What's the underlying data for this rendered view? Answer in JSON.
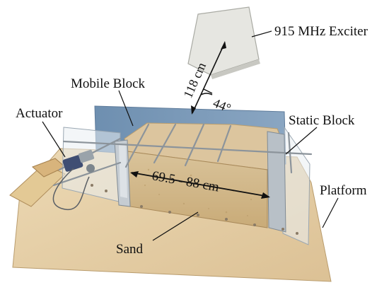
{
  "labels": {
    "exciter": "915 MHz Exciter",
    "mobile_block": "Mobile Block",
    "actuator": "Actuator",
    "static_block": "Static Block",
    "platform": "Platform",
    "sand": "Sand",
    "distance": "118 cm",
    "angle": "44°",
    "range": "69.5 - 88 cm"
  }
}
